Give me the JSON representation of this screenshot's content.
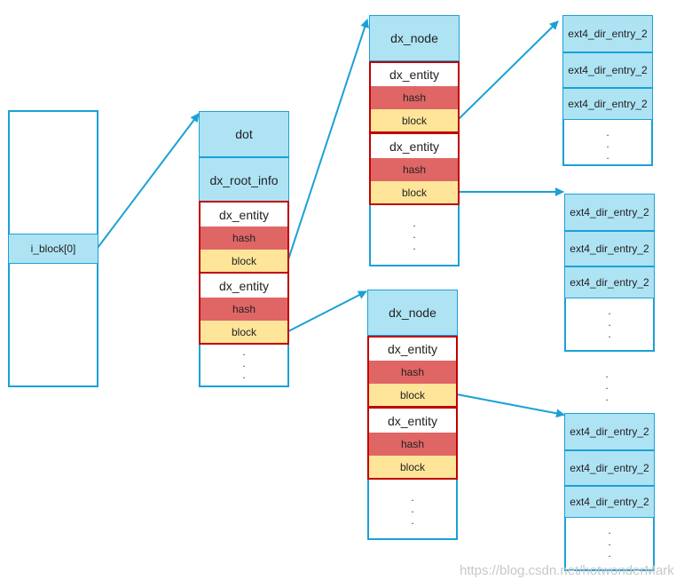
{
  "inode": {
    "label": "i_block[0]"
  },
  "root": {
    "dot": "dot",
    "info": "dx_root_info",
    "entries": [
      {
        "entity": "dx_entity",
        "hash": "hash",
        "block": "block"
      },
      {
        "entity": "dx_entity",
        "hash": "hash",
        "block": "block"
      }
    ],
    "dots": ".\n.\n."
  },
  "node_top": {
    "title": "dx_node",
    "entries": [
      {
        "entity": "dx_entity",
        "hash": "hash",
        "block": "block"
      },
      {
        "entity": "dx_entity",
        "hash": "hash",
        "block": "block"
      }
    ],
    "dots": ".\n.\n."
  },
  "node_bottom": {
    "title": "dx_node",
    "entries": [
      {
        "entity": "dx_entity",
        "hash": "hash",
        "block": "block"
      },
      {
        "entity": "dx_entity",
        "hash": "hash",
        "block": "block"
      }
    ],
    "dots": ".\n.\n."
  },
  "leaf1": {
    "entries": [
      "ext4_dir_entry_2",
      "ext4_dir_entry_2",
      "ext4_dir_entry_2"
    ],
    "dots": ".\n.\n."
  },
  "leaf2": {
    "entries": [
      "ext4_dir_entry_2",
      "ext4_dir_entry_2",
      "ext4_dir_entry_2"
    ],
    "dots": ".\n.\n."
  },
  "leaf3": {
    "entries": [
      "ext4_dir_entry_2",
      "ext4_dir_entry_2",
      "ext4_dir_entry_2"
    ],
    "dots": ".\n.\n."
  },
  "between_dots": ".\n.\n.",
  "watermark": "https://blog.csdn.net/hotwonderMark",
  "colors": {
    "arrow": "#1ba1d6",
    "border": "#1ba1d6",
    "entry_fill": "#aee3f4",
    "hash": "#e06666",
    "block": "#ffe599",
    "entity_border": "#c00000"
  }
}
